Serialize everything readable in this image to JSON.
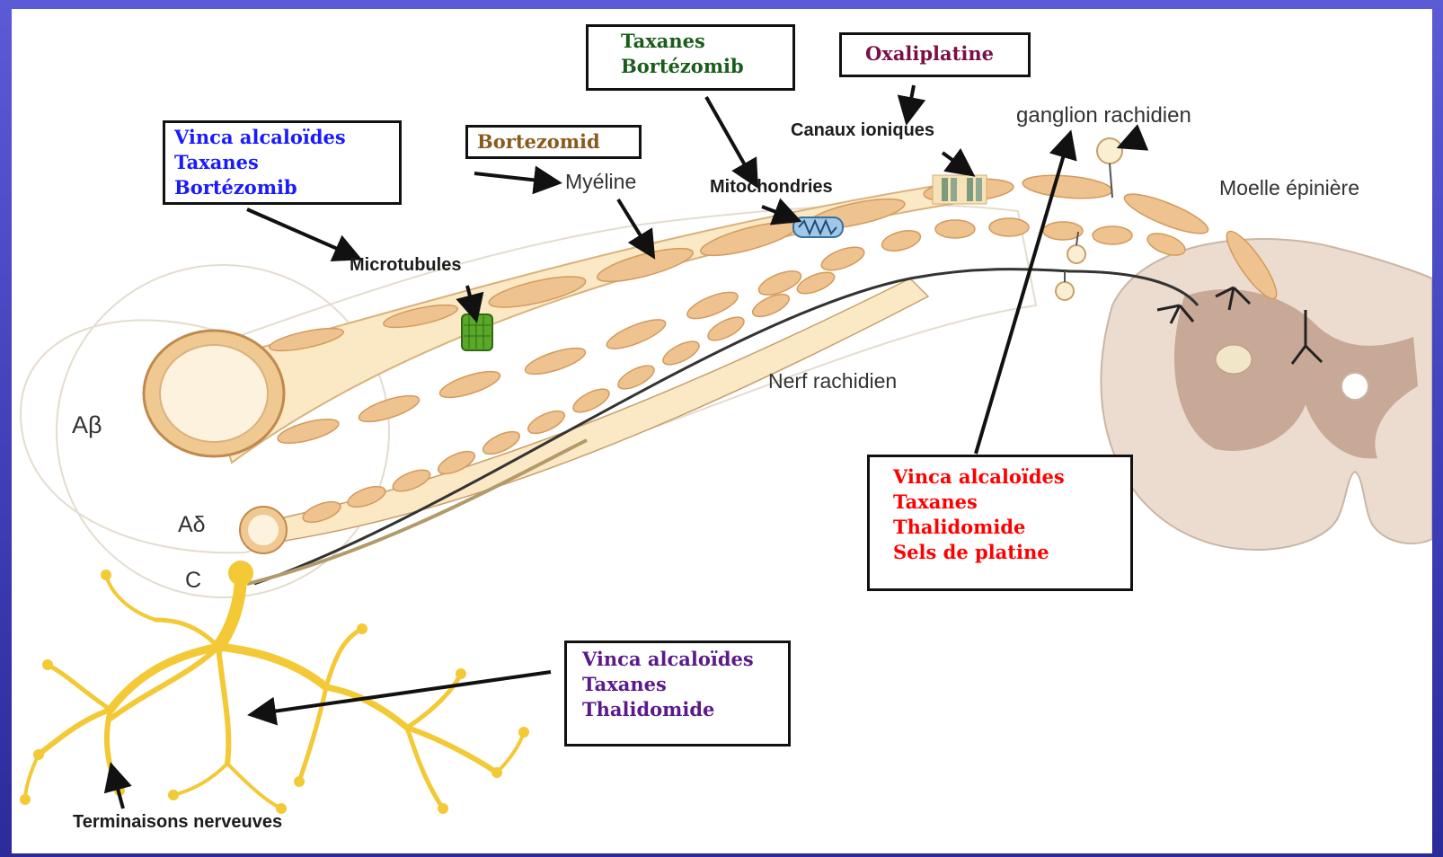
{
  "colors": {
    "slide_bg": "#4646c0",
    "myelin": "#efc38f",
    "myelin_stroke": "#d49a5c",
    "axon": "#fbe8c4",
    "nerve_outline": "#e5dccd",
    "spinal_grey": "#ead9cc",
    "spinal_dark": "#c9ab98",
    "terminals": "#f3c936",
    "drug_blue": "#1a1aff",
    "drug_green": "#1a5c1a",
    "drug_brown": "#8a5a1c",
    "drug_maroon": "#7a1048",
    "drug_red": "#ff0000",
    "drug_purple": "#5a1a8c"
  },
  "fibers": {
    "abeta": "Aβ",
    "adelta": "Aδ",
    "c": "C"
  },
  "labels": {
    "microtubules": "Microtubules",
    "myelin": "Myéline",
    "mitochondria": "Mitochondries",
    "ion_channels": "Canaux ioniques",
    "ganglion": "ganglion rachidien",
    "spinal_cord": "Moelle épinière",
    "spinal_nerve": "Nerf rachidien",
    "nerve_endings": "Terminaisons nerveuves"
  },
  "drug_boxes": {
    "microtubules": [
      "Vinca  alcaloïdes",
      "Taxanes",
      "Bortézomib"
    ],
    "myelin": [
      "Bortezomid"
    ],
    "mitochondria": [
      "Taxanes",
      "Bortézomib"
    ],
    "ion_channels": [
      "Oxaliplatine"
    ],
    "ganglion": [
      "Vinca alcaloïdes",
      "Taxanes",
      "Thalidomide",
      "Sels de platine"
    ],
    "nerve_endings": [
      "Vinca alcaloïdes",
      "Taxanes",
      "Thalidomide"
    ]
  },
  "icons": {
    "microtubule": "microtubule-icon",
    "mitochondrion": "mitochondrion-icon",
    "ion_channel": "ion-channel-icon",
    "arrow": "arrow-icon"
  }
}
